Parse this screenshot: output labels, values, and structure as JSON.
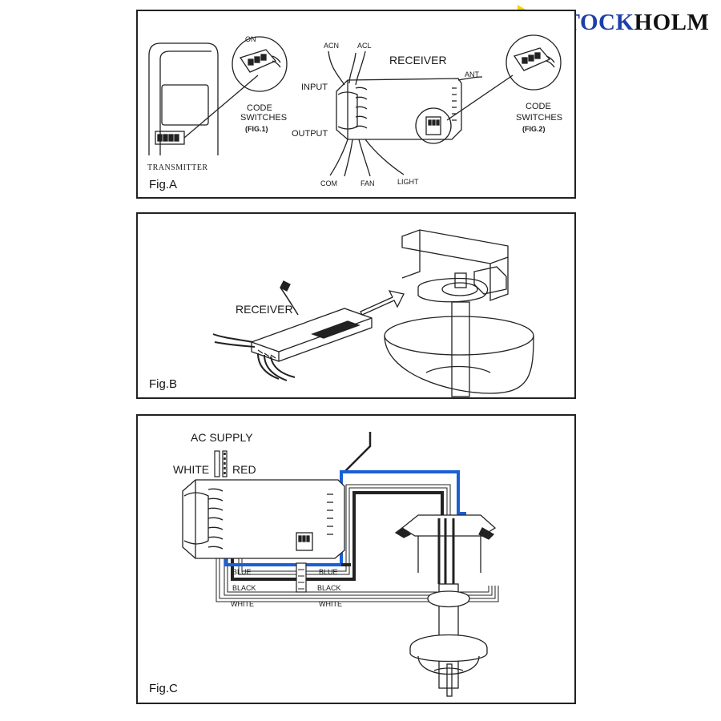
{
  "brand": {
    "logo_mark": "S",
    "name_part1": "STOCK",
    "name_part2": "HOLM",
    "accent_color": "#1f3fa8",
    "mark_color": "#f2d600"
  },
  "fig_a": {
    "label": "Fig.A",
    "transmitter_label": "TRANSMITTER",
    "code_switches_1": {
      "on": "ON",
      "line1": "CODE",
      "line2": "SWITCHES",
      "fig": "(FIG.1)"
    },
    "code_switches_2": {
      "line1": "CODE",
      "line2": "SWITCHES",
      "fig": "(FIG.2)"
    },
    "receiver_label": "RECEIVER",
    "input_label": "INPUT",
    "output_label": "OUTPUT",
    "acn": "ACN",
    "acl": "ACL",
    "ant": "ANT",
    "com": "COM",
    "fan": "FAN",
    "light": "LIGHT"
  },
  "fig_b": {
    "label": "Fig.B",
    "receiver_label": "RECEIVER"
  },
  "fig_c": {
    "label": "Fig.C",
    "ac_supply": "AC SUPPLY",
    "white": "WHITE",
    "red": "RED",
    "wire_blue": "BLUE",
    "wire_black": "BLACK",
    "wire_white": "WHITE",
    "blue_color": "#1a5fd6"
  }
}
